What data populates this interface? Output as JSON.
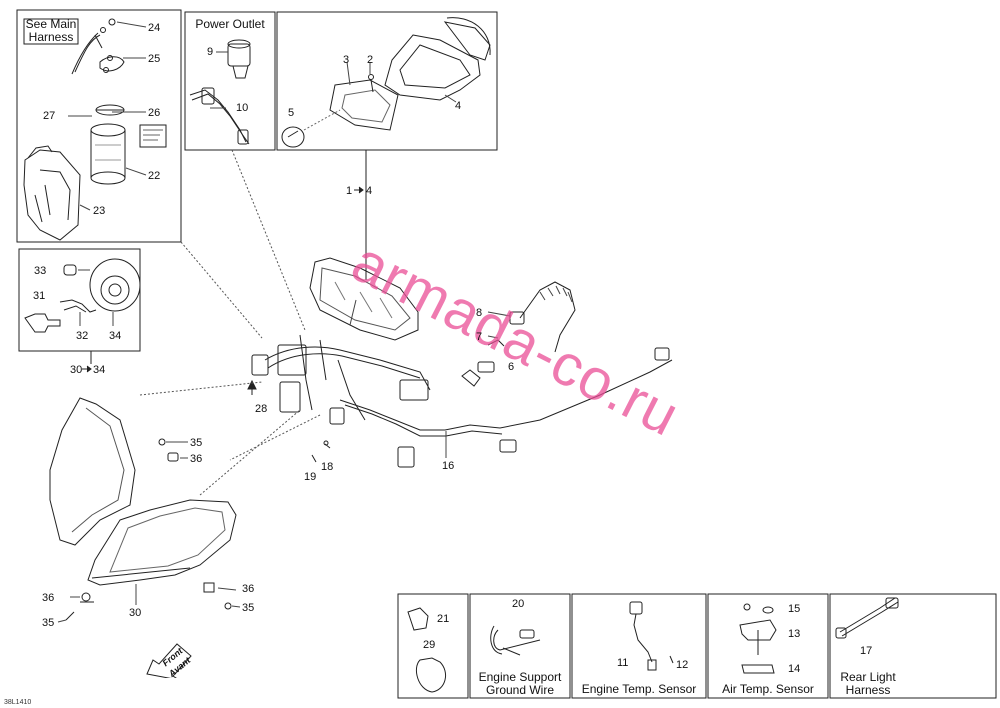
{
  "diagram_code": "38L1410",
  "watermark": "armada-co.ru",
  "front_label": "Front",
  "front_label_fr": "Avant",
  "boxes": {
    "harness": "See Main Harness",
    "power_outlet": "Power Outlet",
    "engine_support": "Engine Support Ground Wire",
    "engine_temp": "Engine Temp. Sensor",
    "air_temp": "Air Temp. Sensor",
    "rear_light": "Rear Light Harness"
  },
  "callouts": {
    "c1to4": "1",
    "c4": "4",
    "c2": "2",
    "c3": "3",
    "c5": "5",
    "c6": "6",
    "c7": "7",
    "c8": "8",
    "c9": "9",
    "c10": "10",
    "c11": "11",
    "c12": "12",
    "c13": "13",
    "c14": "14",
    "c15": "15",
    "c16": "16",
    "c17": "17",
    "c18": "18",
    "c19": "19",
    "c20": "20",
    "c21": "21",
    "c22": "22",
    "c23": "23",
    "c24": "24",
    "c25": "25",
    "c26": "26",
    "c27": "27",
    "c28": "28",
    "c29": "29",
    "c30": "30",
    "c30b": "30",
    "c30to34": "34",
    "c31": "31",
    "c32": "32",
    "c33": "33",
    "c34": "34",
    "c35a": "35",
    "c35b": "35",
    "c35c": "35",
    "c36a": "36",
    "c36b": "36",
    "c36c": "36"
  }
}
